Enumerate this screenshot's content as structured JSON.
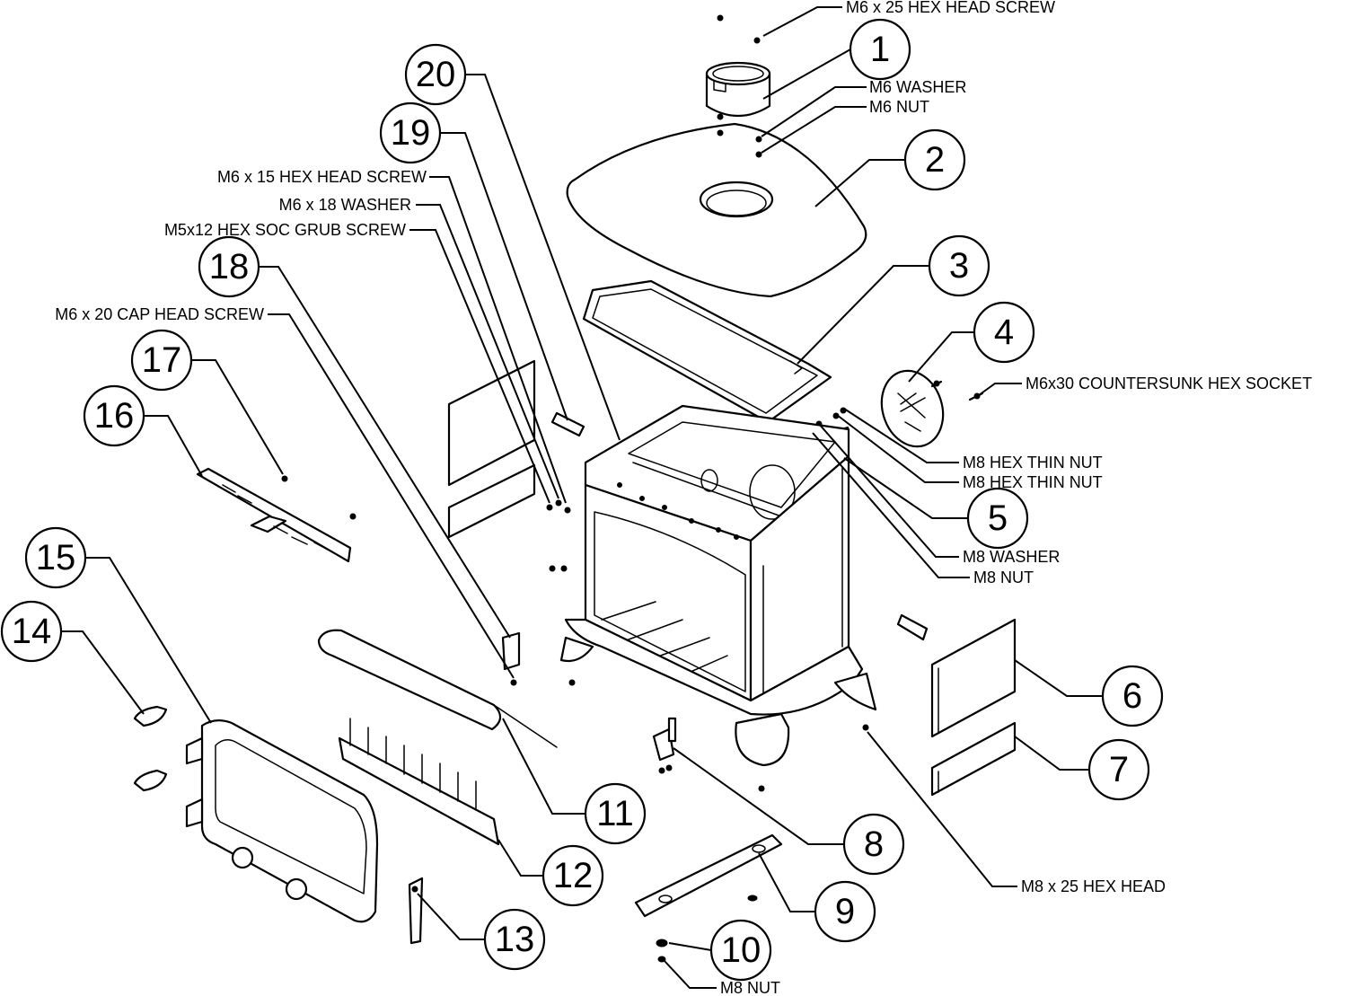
{
  "parts": [
    {
      "number": "1"
    },
    {
      "number": "2"
    },
    {
      "number": "3"
    },
    {
      "number": "4"
    },
    {
      "number": "5"
    },
    {
      "number": "6"
    },
    {
      "number": "7"
    },
    {
      "number": "8"
    },
    {
      "number": "9"
    },
    {
      "number": "10"
    },
    {
      "number": "11"
    },
    {
      "number": "12"
    },
    {
      "number": "13"
    },
    {
      "number": "14"
    },
    {
      "number": "15"
    },
    {
      "number": "16"
    },
    {
      "number": "17"
    },
    {
      "number": "18"
    },
    {
      "number": "19"
    },
    {
      "number": "20"
    }
  ],
  "hardware_labels": {
    "m6x25_hex_head_screw": "M6 x 25 HEX HEAD SCREW",
    "m6_washer": "M6 WASHER",
    "m6_nut": "M6 NUT",
    "m6x15_hex_head_screw": "M6 x 15 HEX HEAD SCREW",
    "m6x18_washer": "M6 x 18 WASHER",
    "m5x12_hex_soc_grub_screw": "M5x12 HEX SOC GRUB SCREW",
    "m6x20_cap_head_screw": "M6 x 20 CAP HEAD SCREW",
    "m6x30_countersunk_hex_socket": "M6x30 COUNTERSUNK HEX SOCKET",
    "m8_hex_thin_nut_1": "M8 HEX THIN NUT",
    "m8_hex_thin_nut_2": "M8 HEX THIN NUT",
    "m8_washer": "M8 WASHER",
    "m8_nut_upper": "M8 NUT",
    "m8x25_hex_head": "M8 x 25 HEX HEAD",
    "m8_nut_lower": "M8 NUT"
  }
}
